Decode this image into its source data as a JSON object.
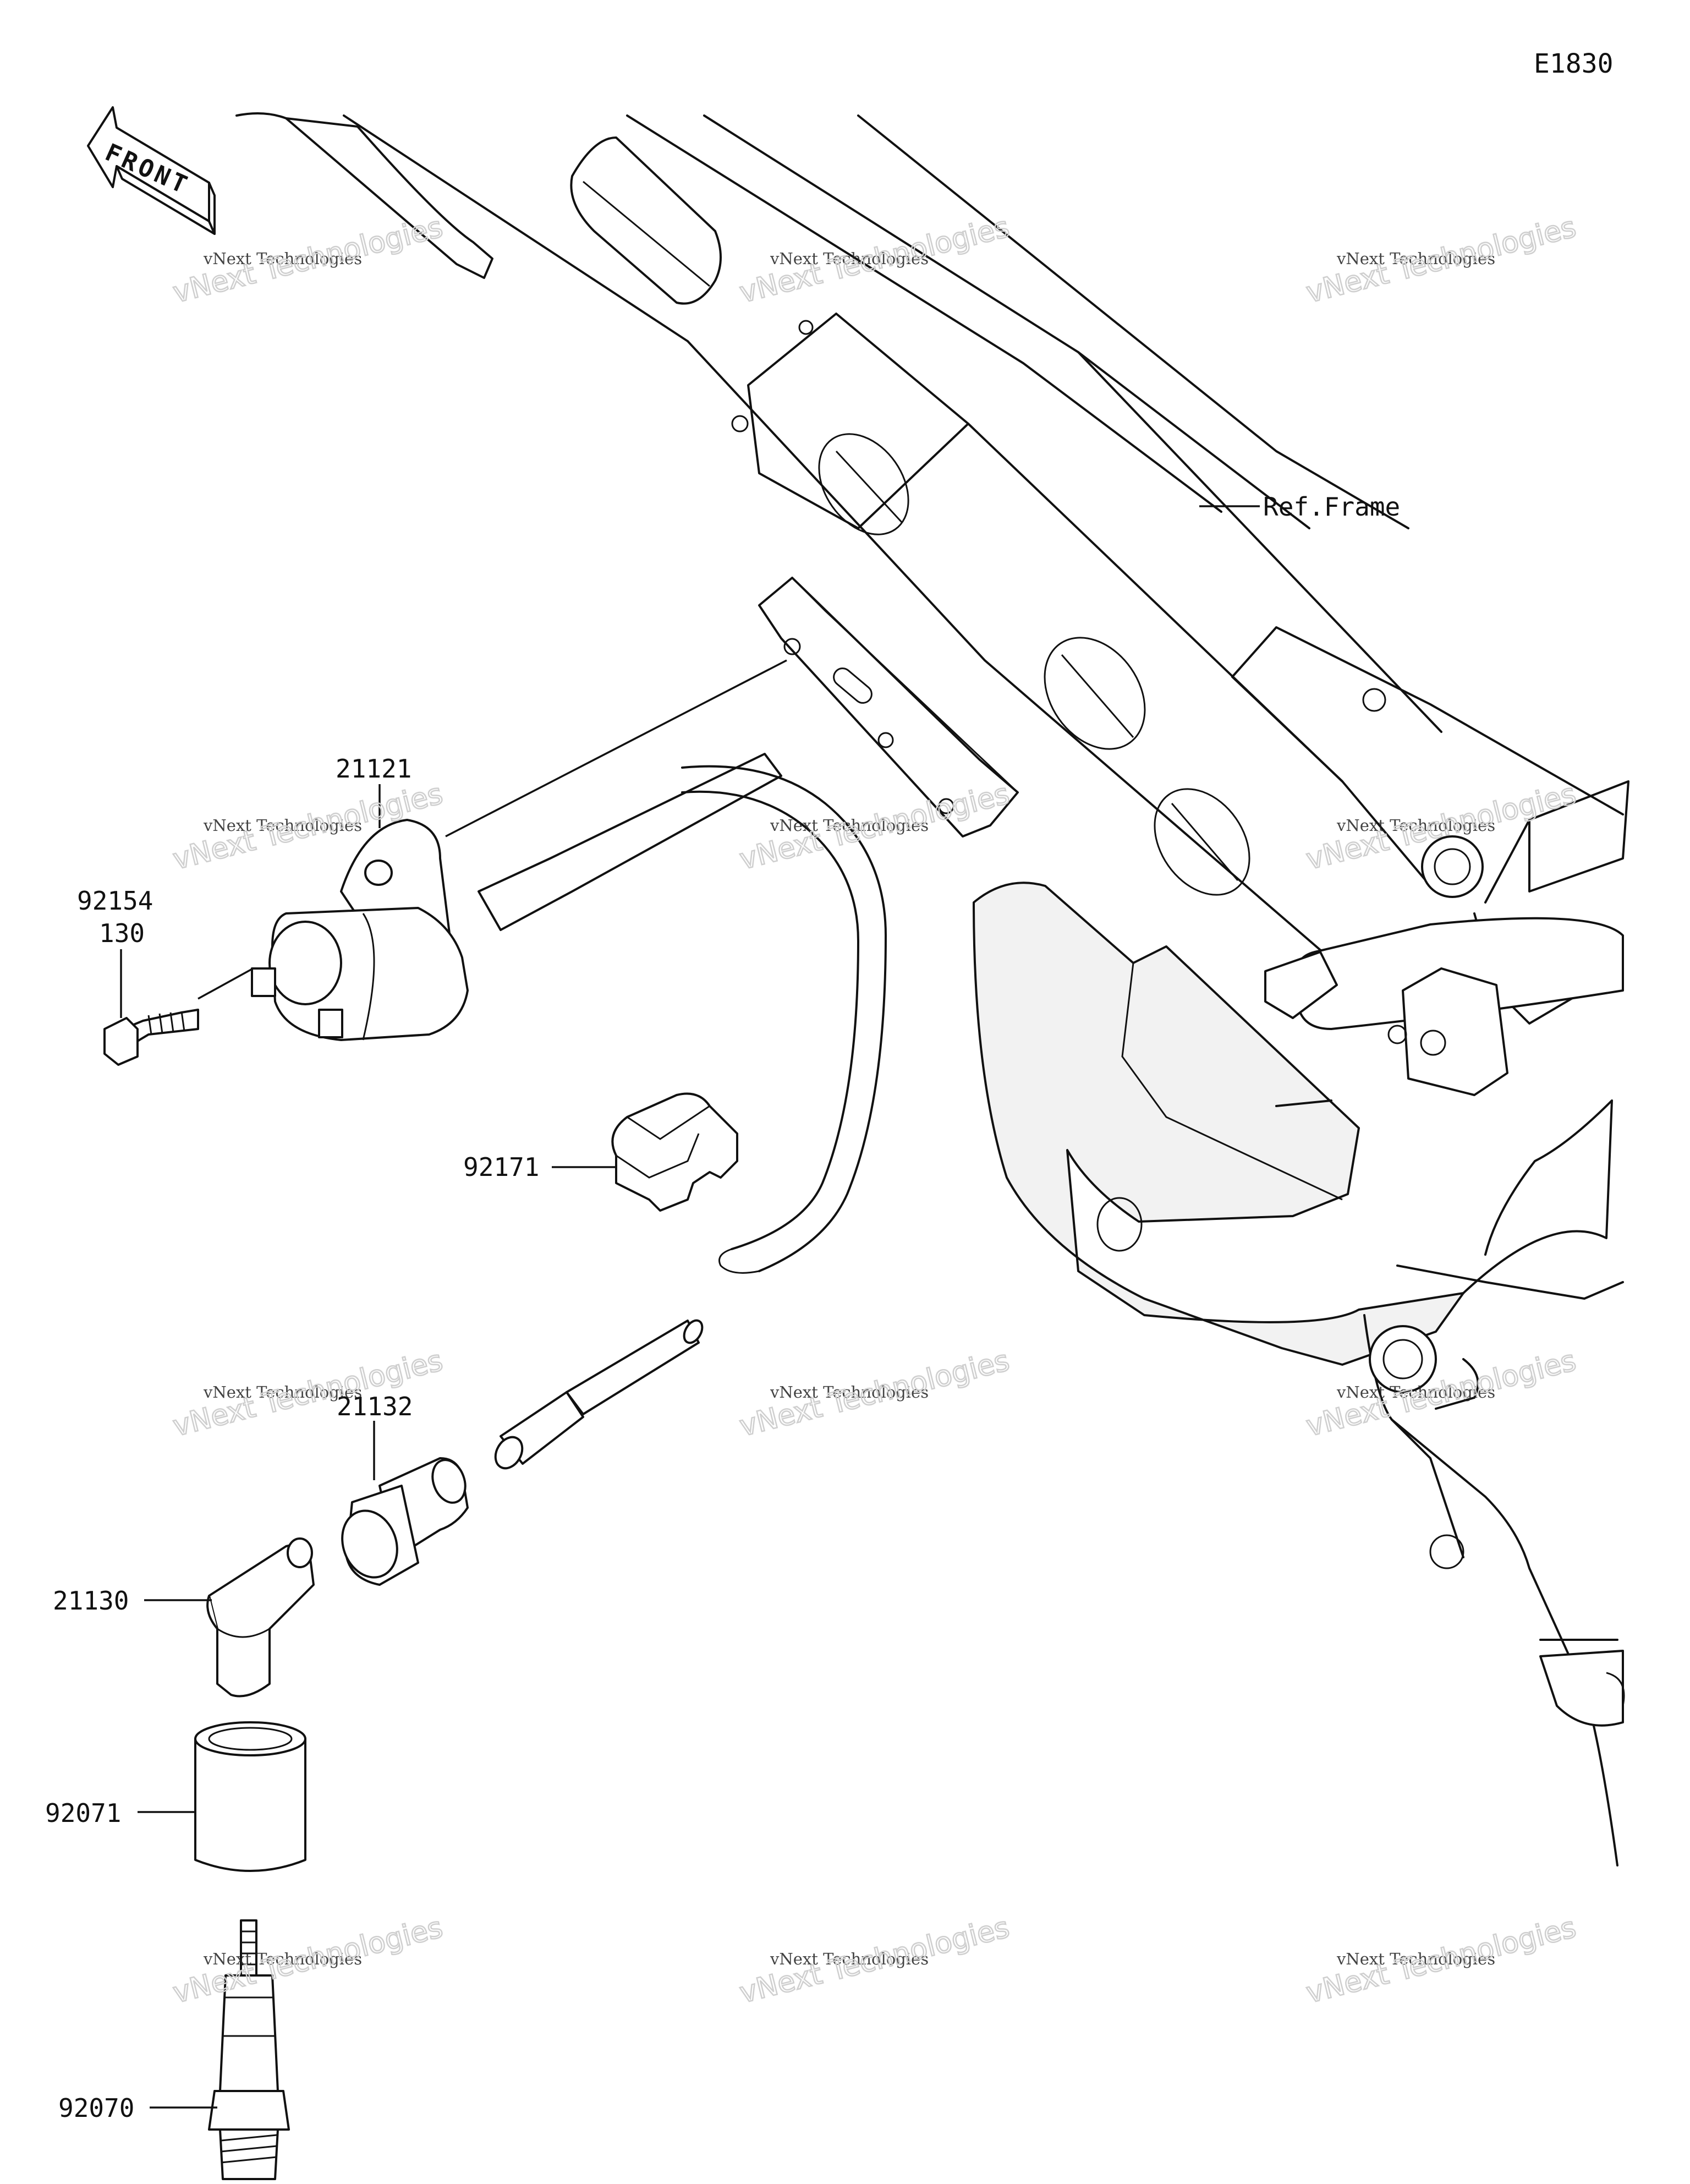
{
  "diagram_code": "E1830",
  "direction_arrow": {
    "text": "FRONT",
    "icon": "front-arrow-icon"
  },
  "reference_label": "Ref.Frame",
  "parts": [
    {
      "id": "ignition-coil",
      "number": "21121"
    },
    {
      "id": "bolt-a",
      "number": "92154"
    },
    {
      "id": "bolt-b",
      "number": "130"
    },
    {
      "id": "wire-clamp",
      "number": "92171"
    },
    {
      "id": "boot-joint",
      "number": "21132"
    },
    {
      "id": "plug-cap",
      "number": "21130"
    },
    {
      "id": "plug-seal",
      "number": "92071"
    },
    {
      "id": "spark-plug",
      "number": "92070"
    }
  ],
  "watermark": {
    "line1": "vNext Technologies",
    "line2": "vNext Technologies"
  }
}
